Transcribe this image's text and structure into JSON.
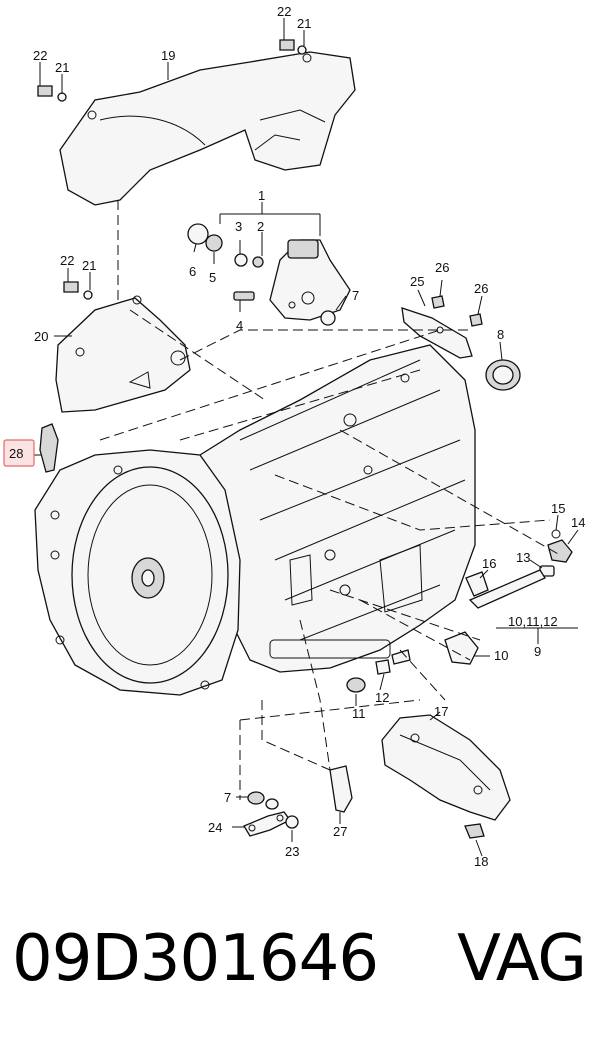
{
  "diagram": {
    "callouts": {
      "c1": "1",
      "c2": "2",
      "c3": "3",
      "c4": "4",
      "c5": "5",
      "c6": "6",
      "c7a": "7",
      "c7b": "7",
      "c8": "8",
      "c9": "9",
      "c10": "10",
      "c10_11_12": "10,11,12",
      "c11": "11",
      "c12": "12",
      "c13": "13",
      "c14": "14",
      "c15": "15",
      "c16": "16",
      "c17": "17",
      "c18": "18",
      "c19": "19",
      "c20": "20",
      "c21a": "21",
      "c21b": "21",
      "c21c": "21",
      "c22a": "22",
      "c22b": "22",
      "c22c": "22",
      "c23": "23",
      "c24a": "24",
      "c25": "25",
      "c26a": "26",
      "c26b": "26",
      "c27": "27",
      "c28": "28"
    },
    "highlight_color": "#e06a6a",
    "highlight_fill": "#fbe3e3"
  },
  "footer": {
    "part_number": "09D301646",
    "brand": "VAG"
  }
}
